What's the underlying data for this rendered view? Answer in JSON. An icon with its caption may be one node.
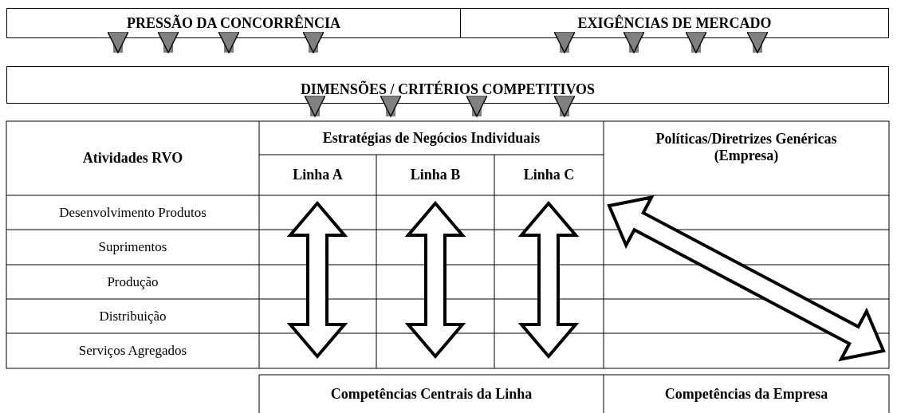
{
  "diagram": {
    "nodes": [
      {
        "text": [
          "PRESSÃO DA CONCORRÊNCIA"
        ]
      },
      {
        "text": [
          "EXIGÊNCIAS DE MERCADO"
        ]
      },
      {
        "text": [
          "DIMENSÕES / CRITÉRIOS COMPETITIVOS"
        ]
      },
      {
        "text": [
          "Estratégias de Negócios Individuais"
        ]
      }
    ],
    "edges": [
      {
        "from": 0,
        "to": 2,
        "arrow": "to"
      },
      {
        "from": 0,
        "to": 2,
        "arrow": "to"
      },
      {
        "from": 0,
        "to": 2,
        "arrow": "to"
      },
      {
        "from": 0,
        "to": 2,
        "arrow": "to"
      },
      {
        "from": 1,
        "to": 2,
        "arrow": "to"
      },
      {
        "from": 1,
        "to": 2,
        "arrow": "to"
      },
      {
        "from": 1,
        "to": 2,
        "arrow": "to"
      },
      {
        "from": 1,
        "to": 2,
        "arrow": "to"
      },
      {
        "from": 2,
        "to": 3,
        "arrow": "to"
      },
      {
        "from": 2,
        "to": 3,
        "arrow": "to"
      },
      {
        "from": 2,
        "to": 3,
        "arrow": "to"
      },
      {
        "from": 2,
        "to": 3,
        "arrow": "to"
      }
    ],
    "labels": [
      "Atividades RVO",
      "Políticas/Diretrizes Genéricas (Empresa)",
      "Linha A",
      "Linha B",
      "Linha C",
      "Desenvolvimento Produtos",
      "Suprimentos",
      "Produção",
      "Distribuição",
      "Serviços Agregados",
      "Competências Centrais da Linha",
      "Competências da Empresa"
    ]
  }
}
